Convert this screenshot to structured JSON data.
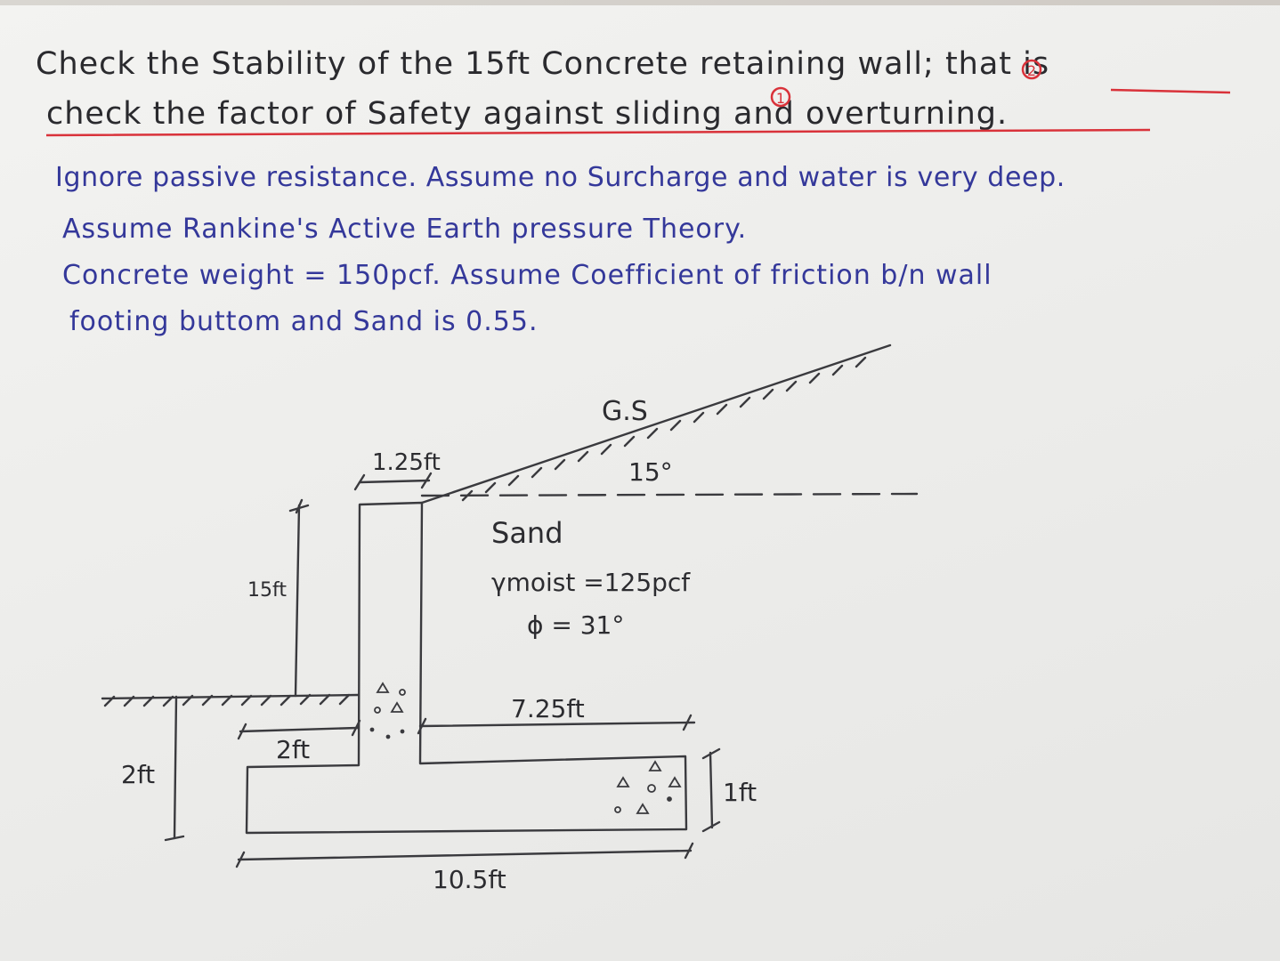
{
  "problem": {
    "line1": "Check the Stability of the 15ft Concrete retaining wall; that is",
    "line2": "check the factor of Safety against sliding and overturning.",
    "marker_sliding": "1",
    "marker_overturning": "2"
  },
  "assumptions": {
    "line1": "Ignore passive resistance. Assume no Surcharge and water is very deep.",
    "line2": "Assume Rankine's Active Earth pressure Theory.",
    "line3": "Concrete weight = 150pcf. Assume Coefficient of friction b/n wall",
    "line4": "footing buttom and Sand is 0.55."
  },
  "diagram": {
    "ground_surface": "G.S",
    "slope_angle": "15°",
    "stem_top_width": "1.25ft",
    "wall_height": "15ft",
    "soil": "Sand",
    "unit_weight": "γmoist =125pcf",
    "friction_angle": "ϕ = 31°",
    "heel_length": "7.25ft",
    "toe_length": "2ft",
    "embedment_depth": "2ft",
    "base_thickness": "1ft",
    "base_width": "10.5ft"
  },
  "colors": {
    "ink_black": "#2a2a2e",
    "ink_blue": "#34389a",
    "ink_red": "#d9323a",
    "pencil": "#3a3a3e"
  }
}
